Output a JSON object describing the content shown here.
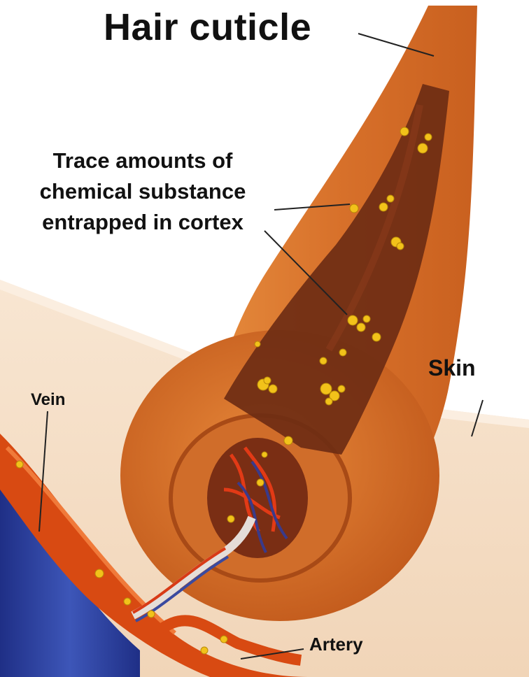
{
  "labels": {
    "title": "Hair cuticle",
    "trace_line1": "Trace amounts of",
    "trace_line2": "chemical substance",
    "trace_line3": "entrapped in cortex",
    "skin": "Skin",
    "vein": "Vein",
    "artery": "Artery"
  },
  "colors": {
    "background": "#ffffff",
    "skin": "#f6e2cc",
    "hair_shaft": "#d9782c",
    "cortex": "#6e2c14",
    "chemical_particles": "#f2c21a",
    "vein": "#2a3f9a",
    "artery": "#d84a12",
    "label_text": "#111111"
  }
}
